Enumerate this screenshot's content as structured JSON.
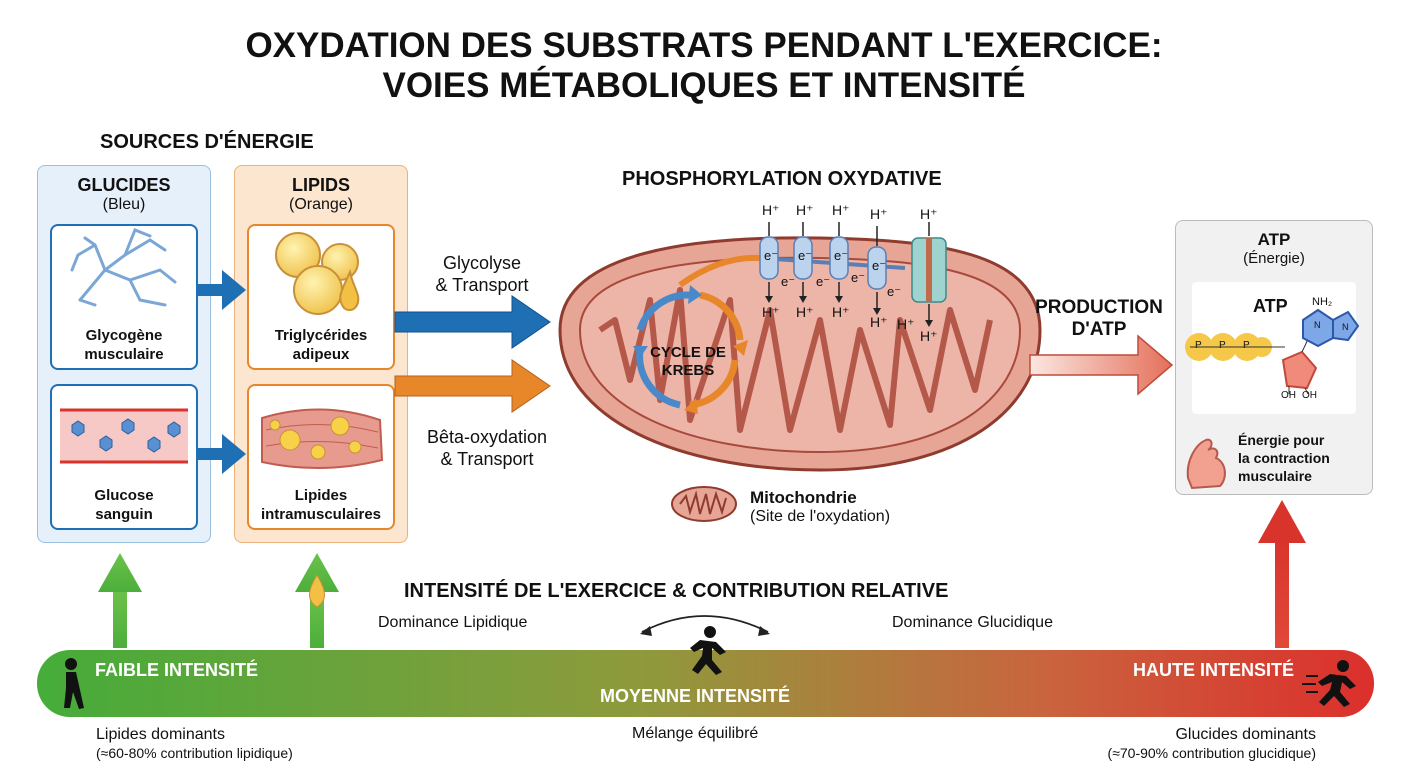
{
  "title": {
    "line1": "OXYDATION DES SUBSTRATS PENDANT L'EXERCICE:",
    "line2": "VOIES MÉTABOLIQUES ET INTENSITÉ"
  },
  "sources": {
    "header": "SOURCES D'ÉNERGIE",
    "glucides": {
      "title": "GLUCIDES",
      "subtitle": "(Bleu)",
      "item1": {
        "line1": "Glycogène",
        "line2": "musculaire"
      },
      "item2": {
        "line1": "Glucose",
        "line2": "sanguin"
      }
    },
    "lipids": {
      "title": "LIPIDS",
      "subtitle": "(Orange)",
      "item1": {
        "line1": "Triglycérides",
        "line2": "adipeux"
      },
      "item2": {
        "line1": "Lipides",
        "line2": "intramusculaires"
      }
    }
  },
  "pathways": {
    "glycolyse": {
      "line1": "Glycolyse",
      "line2": "& Transport"
    },
    "beta": {
      "line1": "Bêta-oxydation",
      "line2": "& Transport"
    }
  },
  "mito": {
    "header": "PHOSPHORYLATION OXYDATIVE",
    "krebs": {
      "line1": "CYCLE DE",
      "line2": "KREBS"
    },
    "proton": "H⁺",
    "electron": "e⁻",
    "legend_name": "Mitochondrie",
    "legend_desc": "(Site de l'oxydation)"
  },
  "production": {
    "line1": "PRODUCTION",
    "line2": "D'ATP"
  },
  "atp": {
    "title": "ATP",
    "subtitle": "(Énergie)",
    "molecule_label": "ATP",
    "nh2": "NH₂",
    "oh": "OH",
    "p": "P",
    "n": "N",
    "energy": {
      "line1": "Énergie pour",
      "line2": "la contraction",
      "line3": "musculaire"
    }
  },
  "intensity": {
    "header": "INTENSITÉ DE L'EXERCICE & CONTRIBUTION RELATIVE",
    "dominance_lipid": "Dominance Lipidique",
    "dominance_gluc": "Dominance Glucidique",
    "low": "FAIBLE INTENSITÉ",
    "mid": "MOYENNE INTENSITÉ",
    "high": "HAUTE INTENSITÉ",
    "low_desc": {
      "line1": "Lipides dominants",
      "line2": "(≈60-80% contribution lipidique)"
    },
    "mid_desc": "Mélange équilibré",
    "high_desc": {
      "line1": "Glucides dominants",
      "line2": "(≈70-90% contribution glucidique)"
    }
  },
  "colors": {
    "blue": "#1f6fb5",
    "orange": "#e8862a",
    "green": "#4cae3b",
    "red": "#d9342b",
    "mito": "#d98a7a"
  }
}
